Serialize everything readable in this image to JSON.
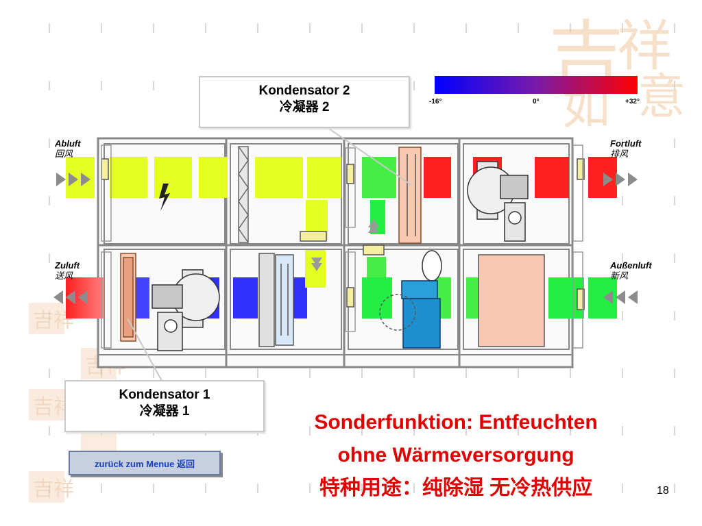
{
  "scale": {
    "min_label": "-16°",
    "mid_label": "0°",
    "max_label": "+32°",
    "gradient_colors": [
      "#0000ff",
      "#6020b0",
      "#ff0000"
    ]
  },
  "callouts": {
    "top": {
      "line1": "Kondensator 2",
      "line2": "冷凝器 2"
    },
    "bottom": {
      "line1": "Kondensator 1",
      "line2": "冷凝器 1"
    }
  },
  "labels": {
    "abluft": {
      "de": "Abluft",
      "cn": "回风"
    },
    "fortluft": {
      "de": "Fortluft",
      "cn": "排风"
    },
    "zuluft": {
      "de": "Zuluft",
      "cn": "送风"
    },
    "aussenluft": {
      "de": "Außenluft",
      "cn": "新风"
    }
  },
  "title": {
    "line1": "Sonderfunktion: Entfeuchten",
    "line2": "ohne Wärmeversorgung",
    "line3": "特种用途：纯除湿 无冷热供应"
  },
  "back_button": {
    "label": "zurück zum Menue 返回"
  },
  "page_number": "18",
  "colors": {
    "title": "#e00000",
    "extract_air": "#e4ff20",
    "supply_air": "#00dd22",
    "exhaust_air": "#ff0000",
    "supply_heat": "#ff2020",
    "cool": "#3030ff",
    "condenser": "#f8c8b0"
  }
}
